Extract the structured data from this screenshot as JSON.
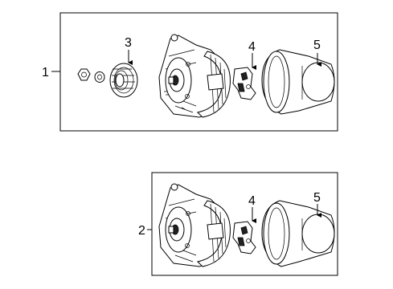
{
  "diagram": {
    "assembly_1": {
      "callout": "1",
      "parts": [
        {
          "callout": "3",
          "icon": "pulley-icon"
        },
        {
          "callout": "4",
          "icon": "regulator-icon"
        },
        {
          "callout": "5",
          "icon": "shield-cover-icon"
        }
      ]
    },
    "assembly_2": {
      "callout": "2",
      "parts": [
        {
          "callout": "4",
          "icon": "regulator-icon"
        },
        {
          "callout": "5",
          "icon": "shield-cover-icon"
        }
      ]
    }
  }
}
